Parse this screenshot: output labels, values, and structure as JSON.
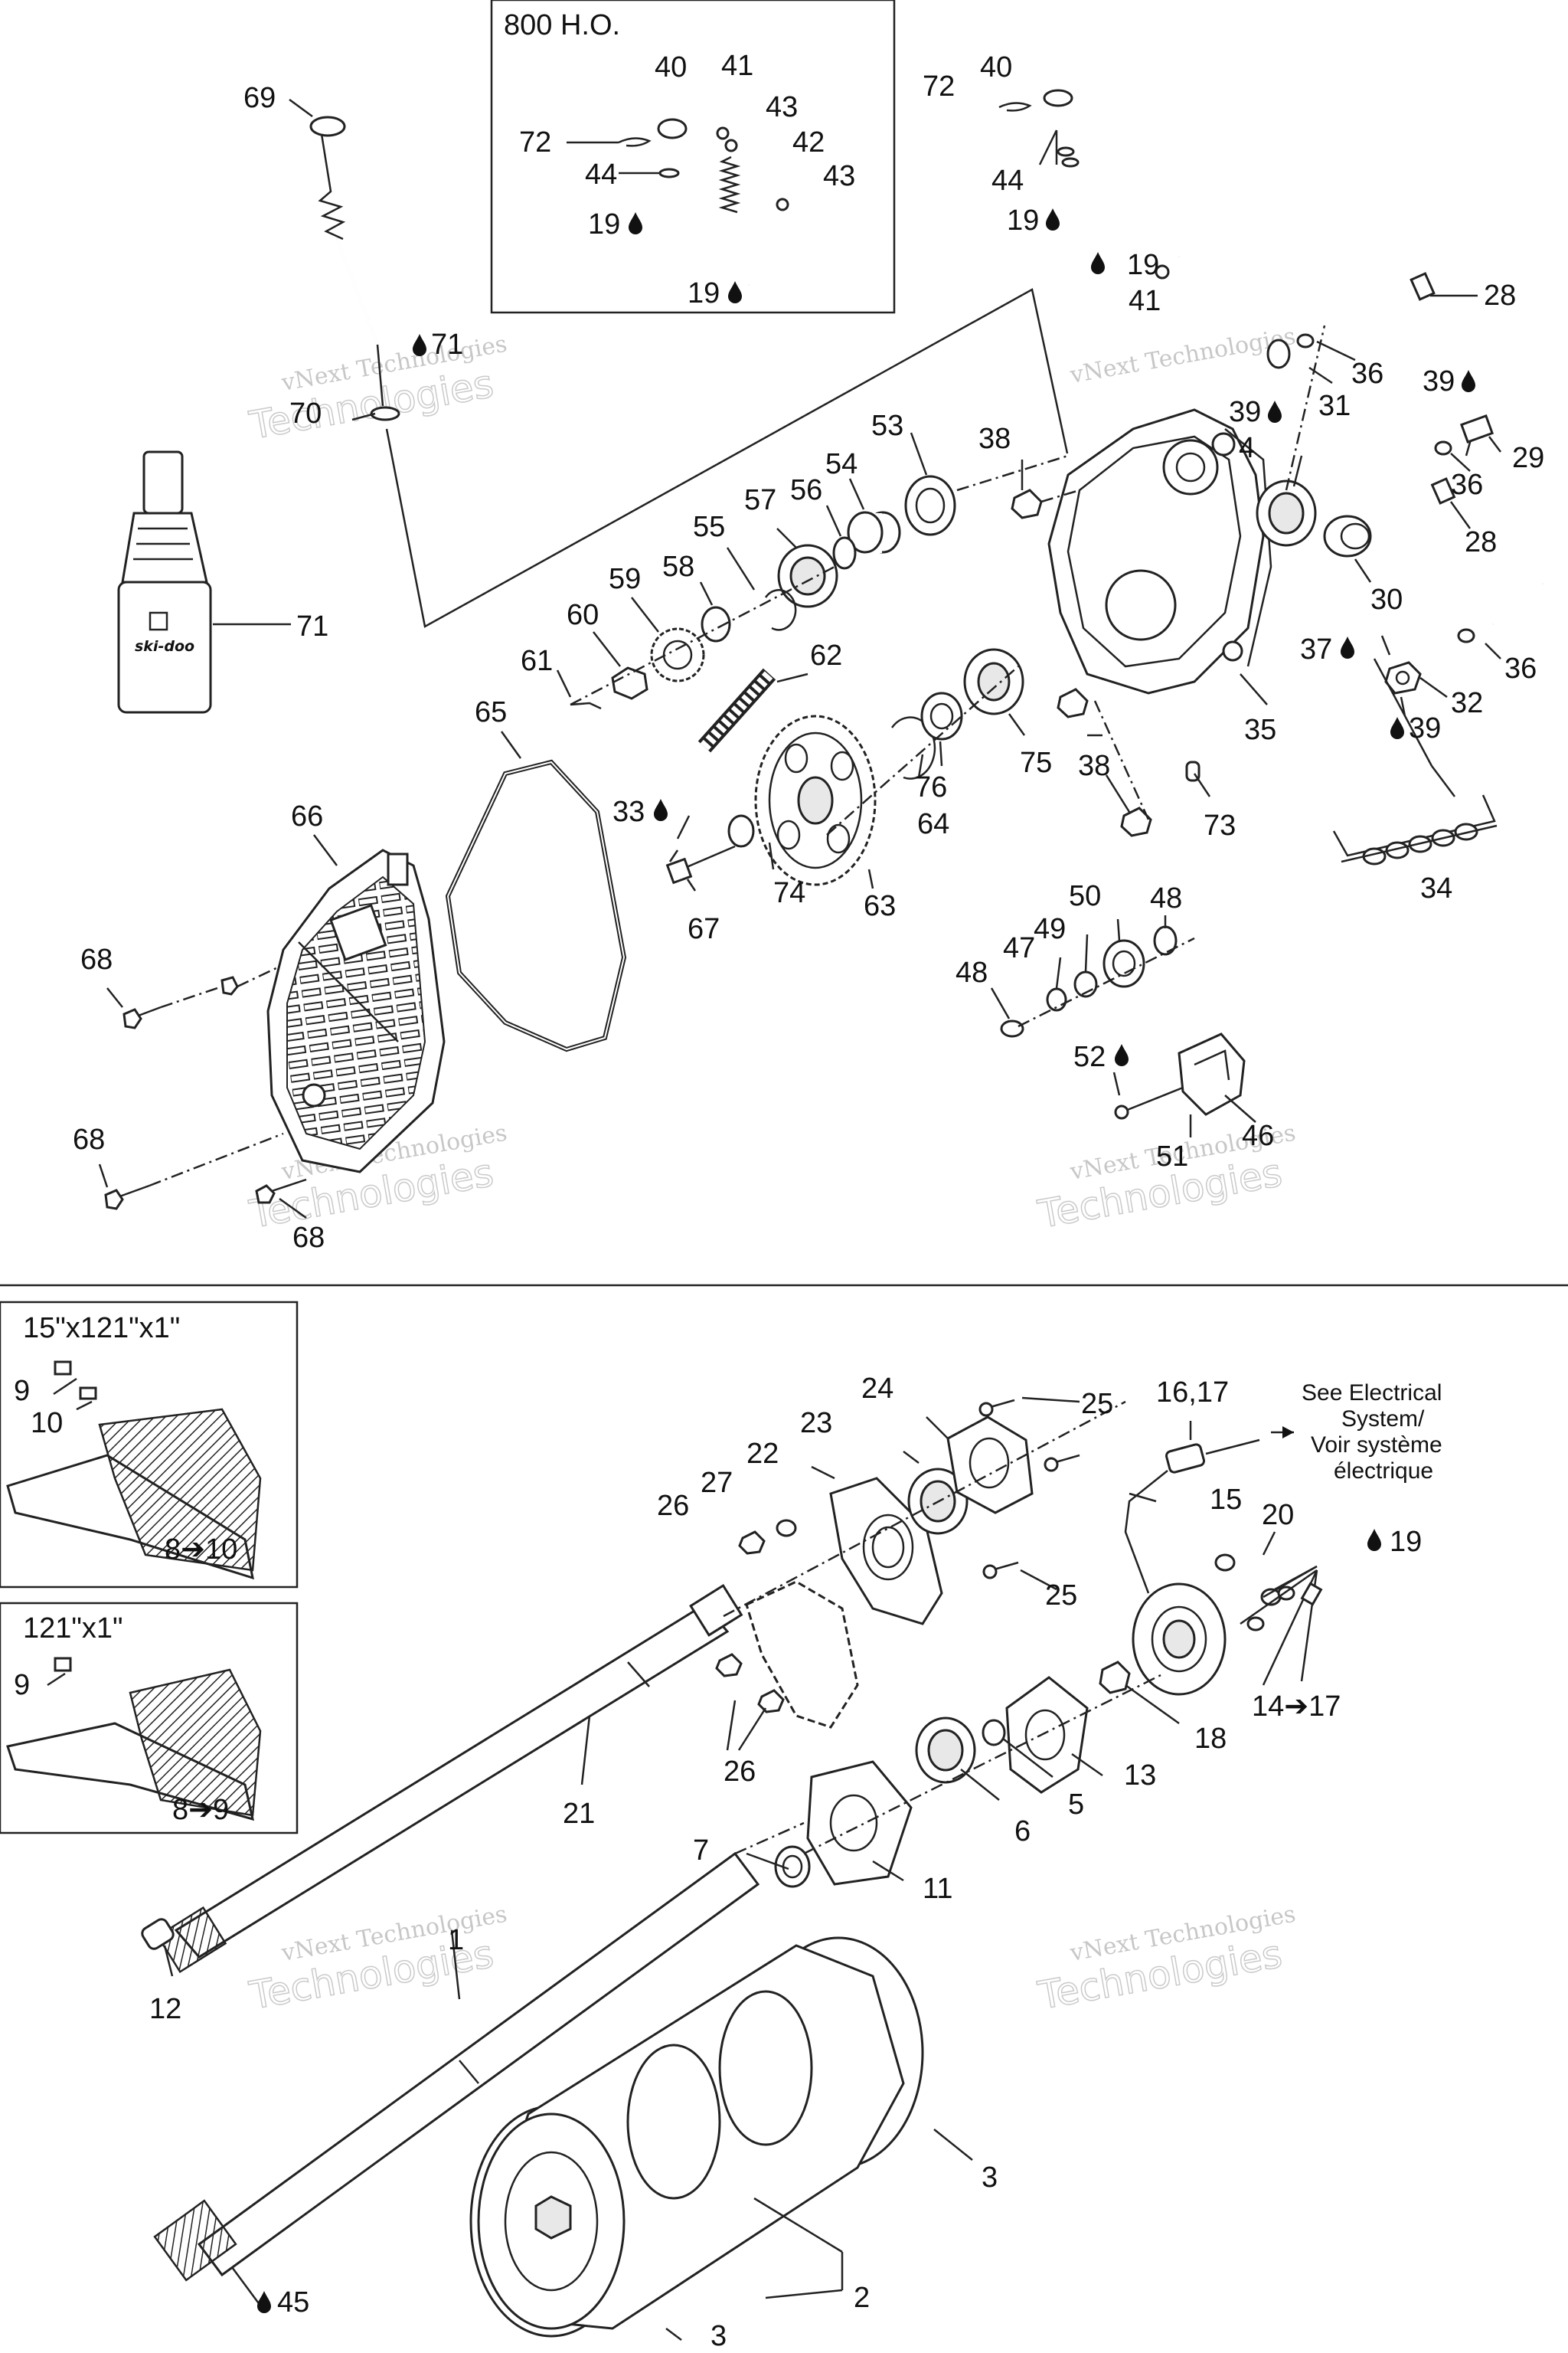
{
  "callouts": {
    "c69": "69",
    "c71a": "71",
    "c70": "70",
    "c71": "71",
    "c72a": "72",
    "c40a": "40",
    "c41a": "41",
    "c43a": "43",
    "c42": "42",
    "c43b": "43",
    "c44a": "44",
    "c19a": "19",
    "c19b": "19",
    "c72b": "72",
    "c40b": "40",
    "c44b": "44",
    "c19c": "19",
    "c19d": "19",
    "c41b": "41",
    "c28a": "28",
    "c36a": "36",
    "c31": "31",
    "c39a": "39",
    "c39b": "39",
    "c29": "29",
    "c36b": "36",
    "c28b": "28",
    "c4": "4",
    "c30": "30",
    "c37": "37",
    "c36c": "36",
    "c32": "32",
    "c39c": "39",
    "c35": "35",
    "c34": "34",
    "c73": "73",
    "c53": "53",
    "c54": "54",
    "c38a": "38",
    "c57": "57",
    "c56": "56",
    "c55": "55",
    "c59": "59",
    "c58": "58",
    "c60": "60",
    "c61": "61",
    "c62": "62",
    "c65": "65",
    "c66": "66",
    "c33": "33",
    "c64": "64",
    "c76": "76",
    "c75": "75",
    "c38b": "38",
    "c67": "67",
    "c74": "74",
    "c63": "63",
    "c68a": "68",
    "c68b": "68",
    "c68c": "68",
    "c48a": "48",
    "c50": "50",
    "c49": "49",
    "c47": "47",
    "c48b": "48",
    "c52": "52",
    "c46": "46",
    "c51": "51",
    "c24": "24",
    "c25a": "25",
    "c23": "23",
    "c22": "22",
    "c27": "27",
    "c26a": "26",
    "c25b": "25",
    "c26b": "26",
    "c21": "21",
    "c1617": "16,17",
    "c15": "15",
    "c20": "20",
    "c19e": "19",
    "c1417": "14➔17",
    "c18": "18",
    "c13": "13",
    "c5": "5",
    "c6": "6",
    "c11": "11",
    "c7": "7",
    "c12": "12",
    "c1": "1",
    "c3a": "3",
    "c2": "2",
    "c3b": "3",
    "c45": "45",
    "c9a": "9",
    "c10": "10",
    "c810": "8➔10",
    "c9b": "9",
    "c89": "8➔9"
  },
  "boxes": {
    "ho_title": "800 H.O.",
    "track1_title": "15\"x121\"x1\"",
    "track2_title": "121\"x1\""
  },
  "note": {
    "line1": "See Electrical",
    "line2": "System/",
    "line3": "Voir système",
    "line4": "électrique"
  },
  "bottle_label": "ski-doo",
  "watermark": {
    "line1": "vNext Technologies",
    "line2": "Technologies"
  },
  "colors": {
    "ink": "#222222",
    "watermark": "#a0a0a0",
    "background": "#ffffff"
  }
}
